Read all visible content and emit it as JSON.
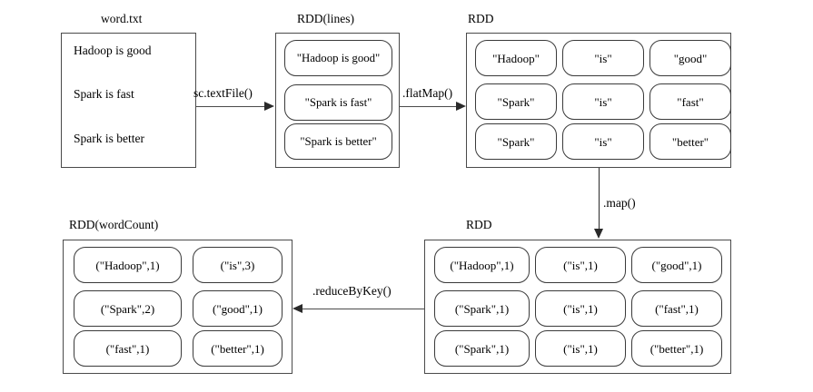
{
  "diagram": {
    "type": "flow",
    "title": "Spark WordCount RDD transformation flow",
    "colors": {
      "background": "#ffffff",
      "box_border": "#4a4a4a",
      "cell_border": "#3a3a3a",
      "arrow": "#2a2a2a",
      "text": "#000000"
    }
  },
  "nodes": {
    "word_txt": {
      "title": "word.txt",
      "lines": [
        "Hadoop is good",
        "Spark is fast",
        "Spark is better"
      ]
    },
    "rdd_lines": {
      "title": "RDD(lines)",
      "cells": [
        "\"Hadoop is good\"",
        "\"Spark is fast\"",
        "\"Spark is better\""
      ]
    },
    "rdd_words": {
      "title": "RDD",
      "rows": [
        [
          "\"Hadoop\"",
          "\"is\"",
          "\"good\""
        ],
        [
          "\"Spark\"",
          "\"is\"",
          "\"fast\""
        ],
        [
          "\"Spark\"",
          "\"is\"",
          "\"better\""
        ]
      ]
    },
    "rdd_pairs": {
      "title": "RDD",
      "rows": [
        [
          "(\"Hadoop\",1)",
          "(\"is\",1)",
          "(\"good\",1)"
        ],
        [
          "(\"Spark\",1)",
          "(\"is\",1)",
          "(\"fast\",1)"
        ],
        [
          "(\"Spark\",1)",
          "(\"is\",1)",
          "(\"better\",1)"
        ]
      ]
    },
    "rdd_wordcount": {
      "title": "RDD(wordCount)",
      "rows": [
        [
          "(\"Hadoop\",1)",
          "(\"is\",3)"
        ],
        [
          "(\"Spark\",2)",
          "(\"good\",1)"
        ],
        [
          "(\"fast\",1)",
          "(\"better\",1)"
        ]
      ]
    }
  },
  "edges": {
    "text_file": {
      "label": "sc.textFile()",
      "direction": "right"
    },
    "flat_map": {
      "label": ".flatMap()",
      "direction": "right"
    },
    "map": {
      "label": ".map()",
      "direction": "down"
    },
    "reduce_by_key": {
      "label": ".reduceByKey()",
      "direction": "left"
    }
  }
}
